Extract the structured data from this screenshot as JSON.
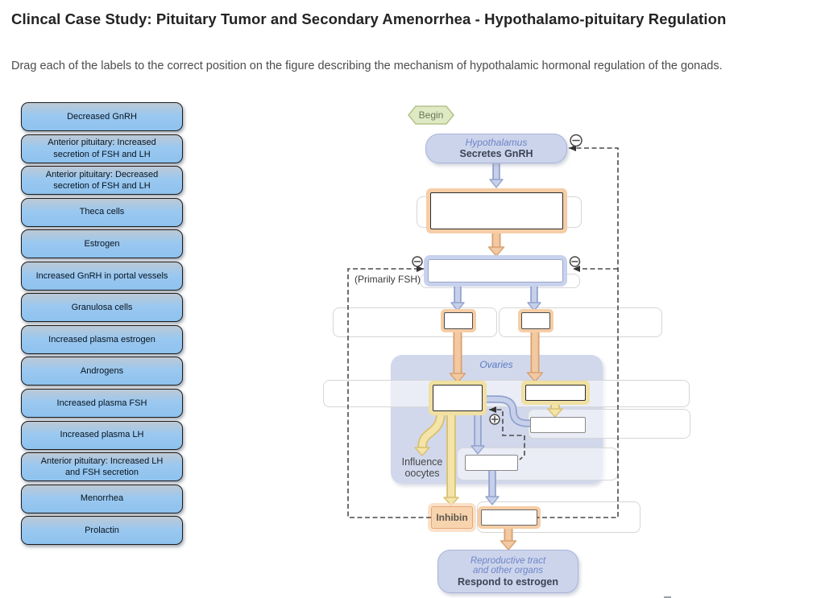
{
  "header": {
    "title": "Clincal Case Study: Pituitary Tumor and Secondary Amenorrhea - Hypothalamo-pituitary Regulation",
    "instructions": "Drag each of the labels to the correct position on the figure describing the mechanism of hypothalamic hormonal regulation of the gonads."
  },
  "labels": [
    "Decreased GnRH",
    "Anterior pituitary: Increased secretion of FSH and LH",
    "Anterior pituitary: Decreased secretion of FSH and LH",
    "Theca cells",
    "Estrogen",
    "Increased GnRH in portal vessels",
    "Granulosa cells",
    "Increased plasma estrogen",
    "Androgens",
    "Increased plasma FSH",
    "Increased plasma LH",
    "Anterior pituitary: Increased LH and FSH secretion",
    "Menorrhea",
    "Prolactin"
  ],
  "diagram": {
    "begin_label": "Begin",
    "hypothalamus_title": "Hypothalamus",
    "hypothalamus_sub": "Secretes GnRH",
    "primarily_fsh": "(Primarily FSH)",
    "ovaries_label": "Ovaries",
    "influence_oocytes": "Influence oocytes",
    "inhibin_label": "Inhibin",
    "reproductive_line1": "Reproductive tract",
    "reproductive_line2": "and other organs",
    "reproductive_line3": "Respond to estrogen"
  },
  "colors": {
    "chip_fill": "#8ec2ee",
    "chip_border": "#1b1b1b",
    "node_fill": "#ccd4ec",
    "node_border": "#a9b3d8",
    "node_title_text": "#6e85c6",
    "node_sub_text": "#3a4454",
    "begin_fill": "#dfe9c4",
    "begin_border": "#b2c389",
    "ovaries_fill": "#cdd5ea",
    "inhibin_fill": "#f7d4ae",
    "inhibin_border": "#e8a57a",
    "orange_arrow": "#f2c9a0",
    "blue_arrow": "#c7d0ea",
    "yellow_arrow": "#f4e4a8",
    "highlight_orange": "#f6cda6",
    "highlight_yellow": "#f0e0a2",
    "highlight_blue": "#c9d2ec",
    "dashed_line": "#4a4a4a"
  }
}
